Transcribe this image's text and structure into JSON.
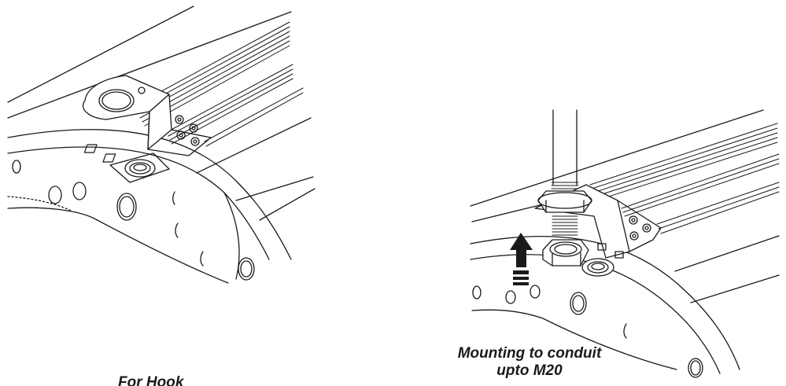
{
  "diagram": {
    "captions": {
      "right_line1": "Mounting to conduit",
      "right_line2": "upto M20",
      "left_partial": "For Hook mounting"
    },
    "colors": {
      "stroke": "#1a1a1a",
      "fill": "#ffffff",
      "arrow": "#1a1a1a"
    },
    "icons": {
      "arrow": "up-arrow-icon"
    }
  }
}
